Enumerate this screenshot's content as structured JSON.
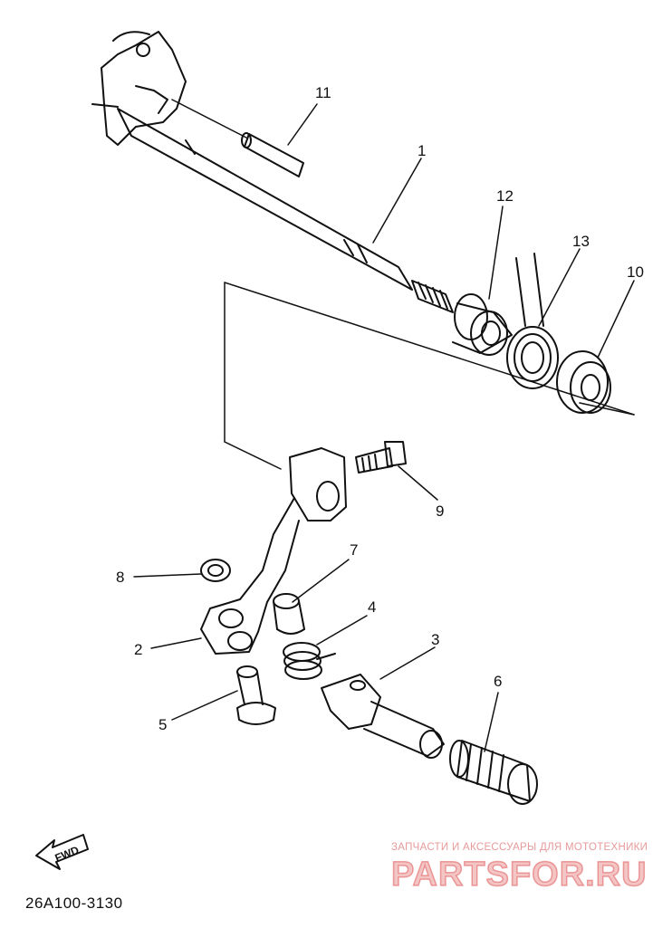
{
  "diagram": {
    "callouts": [
      {
        "id": "1",
        "text": "1"
      },
      {
        "id": "2",
        "text": "2"
      },
      {
        "id": "3",
        "text": "3"
      },
      {
        "id": "4",
        "text": "4"
      },
      {
        "id": "5",
        "text": "5"
      },
      {
        "id": "6",
        "text": "6"
      },
      {
        "id": "7",
        "text": "7"
      },
      {
        "id": "8",
        "text": "8"
      },
      {
        "id": "9",
        "text": "9"
      },
      {
        "id": "10",
        "text": "10"
      },
      {
        "id": "11",
        "text": "11"
      },
      {
        "id": "12",
        "text": "12"
      },
      {
        "id": "13",
        "text": "13"
      }
    ],
    "fwd_label": "FWD",
    "part_code": "26A100-3130",
    "line_color": "#111111"
  },
  "watermark": {
    "caption": "ЗАПЧАСТИ И АКСЕССУАРЫ ДЛЯ МОТОТЕХНИКИ",
    "brand": "PARTSFOR.RU",
    "color": "#e05a5a"
  }
}
